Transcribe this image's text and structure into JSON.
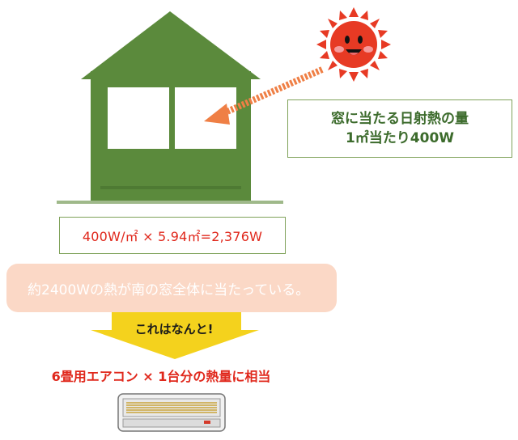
{
  "info_box": {
    "line1": "窓に当たる日射熱の量",
    "line2": "1㎡当たり400W"
  },
  "formula": "400W/㎡ × 5.94㎡=2,376W",
  "banner": "約2400Wの熱が南の窓全体に当たっている。",
  "arrow_label": "これはなんと!",
  "equivalence": "6畳用エアコン × 1台分の熱量に相当",
  "colors": {
    "house_green": "#5b8a3c",
    "window_white": "#ffffff",
    "sun_red": "#e73a24",
    "ray_orange": "#ef7f45",
    "text_red": "#e0281c",
    "banner_peach": "#fbd8c6",
    "arrow_yellow": "#f4d21d"
  },
  "icons": [
    "house-icon",
    "sun-icon",
    "heat-ray-arrow-icon",
    "down-arrow-icon",
    "air-conditioner-icon"
  ]
}
